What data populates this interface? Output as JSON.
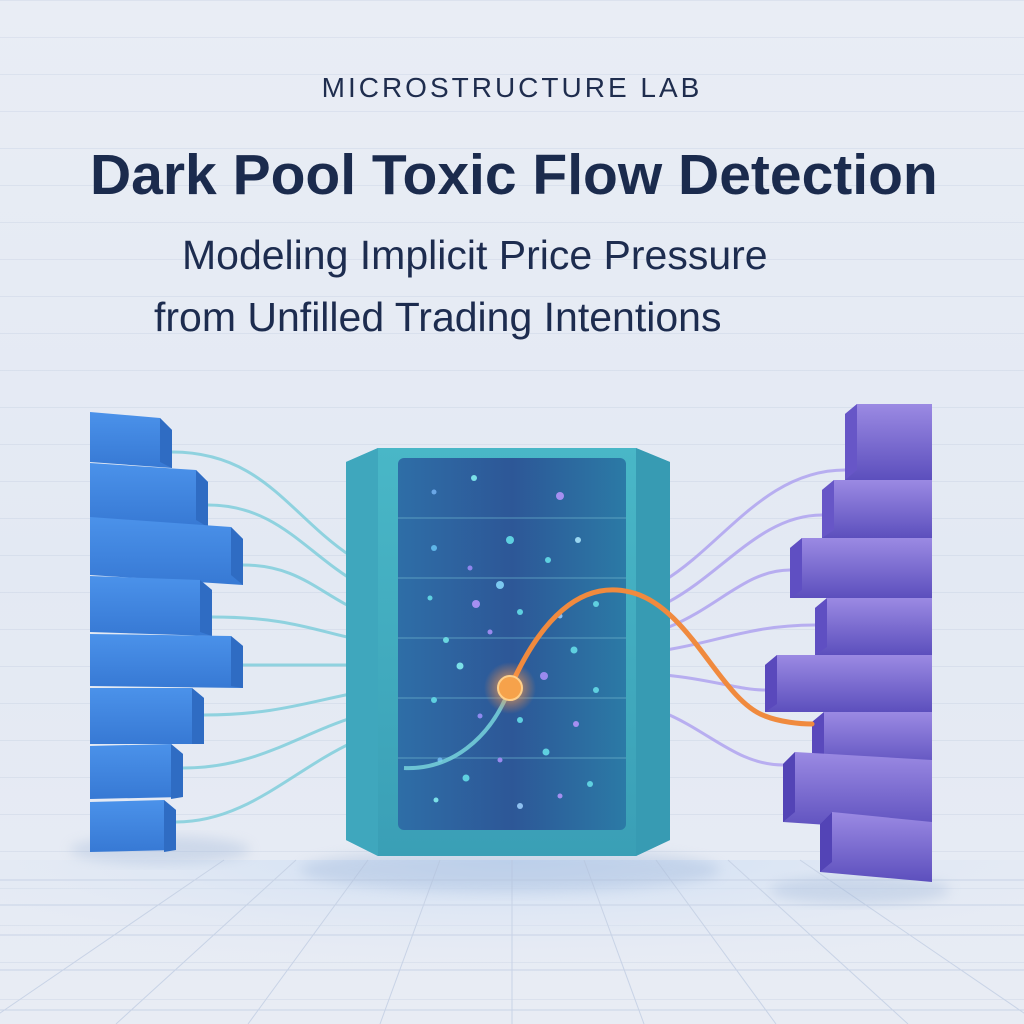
{
  "header": {
    "eyebrow": "MICROSTRUCTURE LAB",
    "title": "Dark Pool Toxic Flow Detection",
    "subtitle_line1": "Modeling Implicit Price Pressure",
    "subtitle_line2": "from Unfilled Trading Intentions"
  },
  "colors": {
    "left_blocks": "#3f86e0",
    "right_blocks": "#7a68d4",
    "pool": "#3aa3b8",
    "pool_inner": "#2f5f97",
    "teal_flow": "#63c6d6",
    "violet_flow": "#a99af0",
    "toxic_flow": "#f08a3e",
    "toxic_node": "#f5a04a"
  },
  "icons": {
    "left_stack": "order-book-bars",
    "center": "dark-pool-container",
    "right_stack": "order-book-bars",
    "hot_spot": "toxic-node"
  }
}
